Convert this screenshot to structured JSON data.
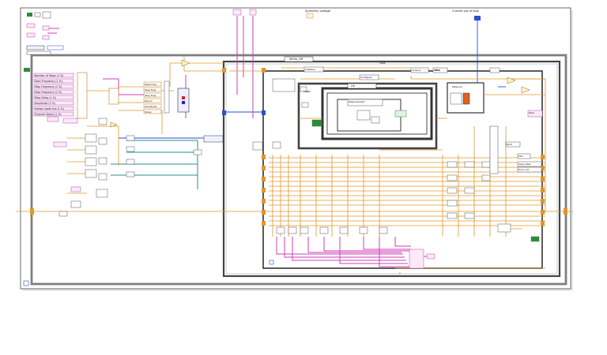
{
  "diagram": {
    "top_labels": [
      "Summary voltage",
      "Current out of loop"
    ],
    "frame_labels": {
      "outer_loop": "While_Off",
      "case_selector": "True",
      "inner_case": "Ok",
      "inner_loop": "Loop",
      "event_case": "Idle"
    },
    "left_controls": [
      "Number of Steps (1 %)",
      "Start Frequency (1 %)",
      "Step Frequency (1 %)",
      "Stop Frequency (1 %)",
      "Step Delay (1 %)",
      "Amplitude (1 %)",
      "Sweep mode Ans (1 %)",
      "Channel Select (1 %)"
    ],
    "mid_labels": [
      "Start Freq",
      "Step Freq",
      "Stop Freq",
      "Period",
      "Amplitude",
      "Delay"
    ],
    "right_labels": [
      "Measure",
      "Fetch",
      "Plot",
      "Save Data",
      "Error out",
      "Stop"
    ],
    "status_text": [
      "Initialise",
      "Configure",
      "Acquire",
      "Measurement",
      "Done"
    ],
    "accent_colors": {
      "orange_wire": "#e0962a",
      "pink_wire": "#cc3fb8",
      "blue_wire": "#2a4fd0",
      "teal_wire": "#2a8f8f",
      "frame": "#333333",
      "bool_tag": "#2e8b3e"
    }
  }
}
